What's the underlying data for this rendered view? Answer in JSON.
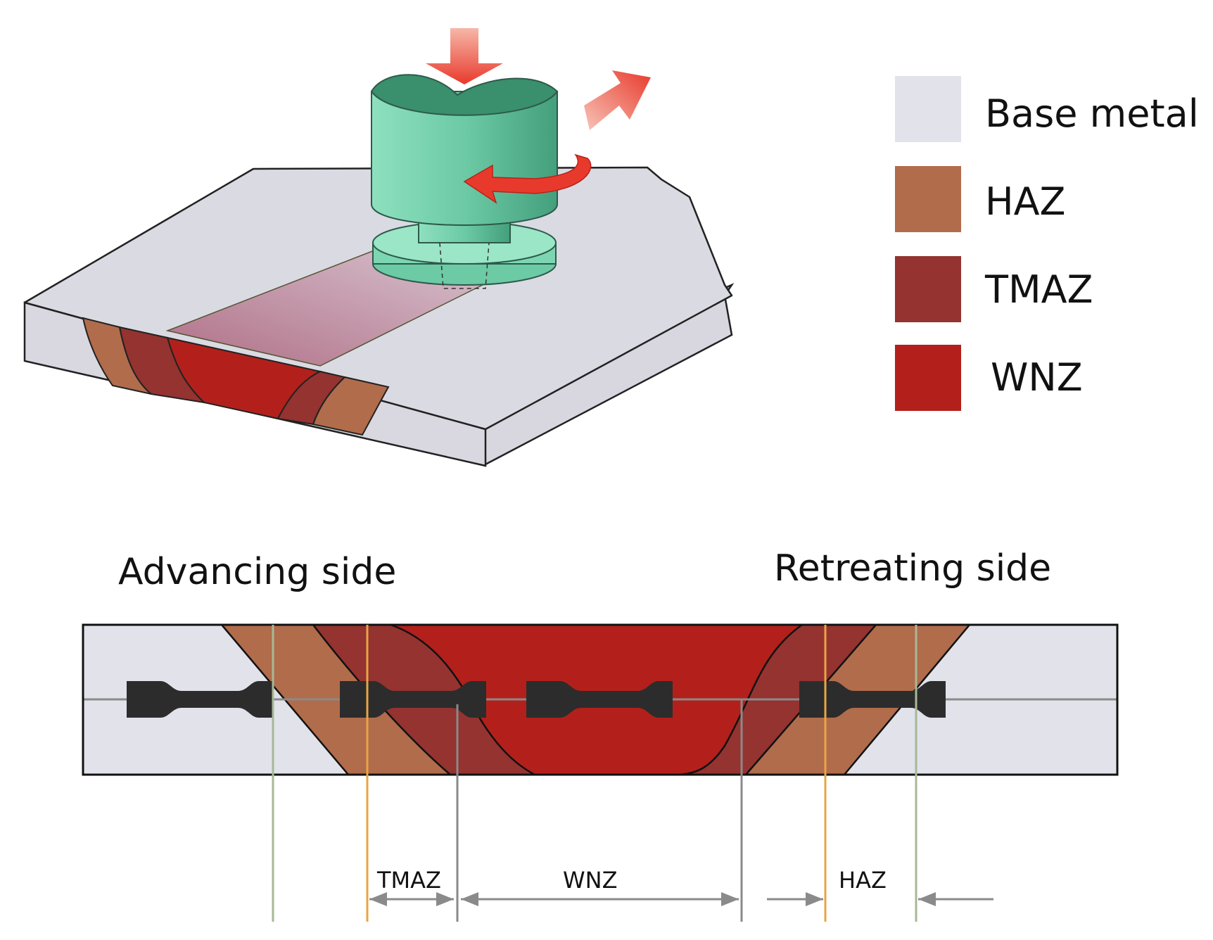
{
  "legend": {
    "items": [
      {
        "label": "Base metal",
        "color": "#e1e2ea"
      },
      {
        "label": "HAZ",
        "color": "#b16c4b"
      },
      {
        "label": "TMAZ",
        "color": "#943330"
      },
      {
        "label": "WNZ",
        "color": "#b3201b"
      }
    ]
  },
  "cross_section": {
    "left_label": "Advancing side",
    "right_label": "Retreating side"
  },
  "dimensions": {
    "tmaz": "TMAZ",
    "wnz": "WNZ",
    "haz": "HAZ"
  },
  "colors": {
    "tool": "#6ccaa5",
    "tool_dark": "#3a8f6c",
    "arrow": "#e83a2c",
    "specimen": "#2c2c2c",
    "guide_green": "#a7b896",
    "guide_orange": "#e8a545",
    "guide_gray": "#8a8a8a"
  }
}
